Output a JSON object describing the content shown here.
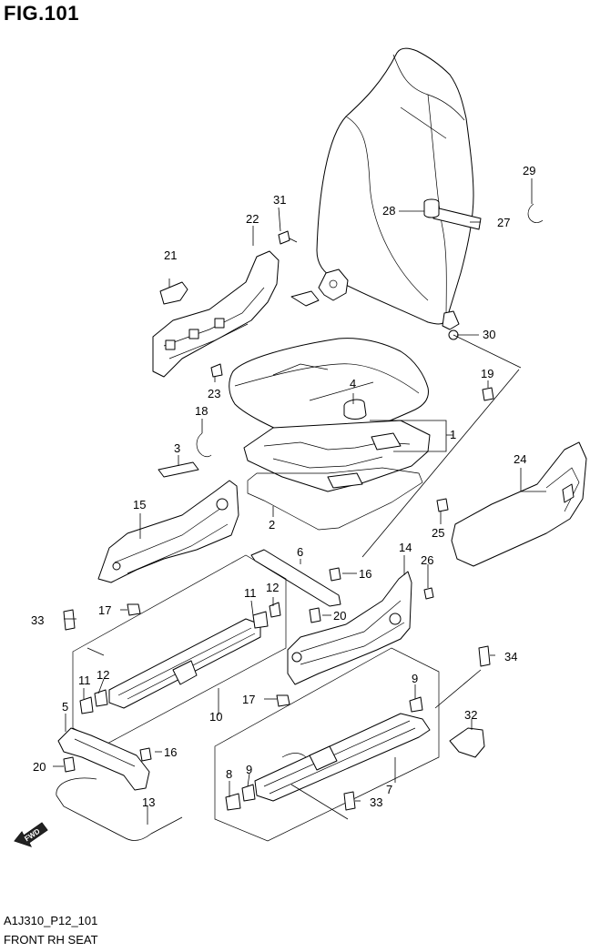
{
  "figure_title": "FIG.101",
  "drawing_code": "A1J310_P12_101",
  "subtitle": "FRONT RH SEAT",
  "fwd_label": "FWD",
  "callouts": [
    "1",
    "2",
    "3",
    "4",
    "5",
    "6",
    "7",
    "8",
    "9",
    "10",
    "11",
    "12",
    "13",
    "14",
    "15",
    "16",
    "17",
    "18",
    "19",
    "20",
    "21",
    "22",
    "23",
    "24",
    "25",
    "26",
    "27",
    "28",
    "29",
    "30",
    "31",
    "32",
    "33",
    "34"
  ],
  "labels": {
    "l1": "1",
    "l2": "2",
    "l3": "3",
    "l4": "4",
    "l5": "5",
    "l6": "6",
    "l7": "7",
    "l8": "8",
    "l9a": "9",
    "l9b": "9",
    "l10": "10",
    "l11a": "11",
    "l11b": "11",
    "l12a": "12",
    "l12b": "12",
    "l13": "13",
    "l14": "14",
    "l15": "15",
    "l16a": "16",
    "l16b": "16",
    "l17a": "17",
    "l17b": "17",
    "l18": "18",
    "l19": "19",
    "l20a": "20",
    "l20b": "20",
    "l21": "21",
    "l22": "22",
    "l23": "23",
    "l24": "24",
    "l25": "25",
    "l26": "26",
    "l27": "27",
    "l28": "28",
    "l29": "29",
    "l30": "30",
    "l31": "31",
    "l32": "32",
    "l33a": "33",
    "l33b": "33",
    "l34": "34"
  }
}
